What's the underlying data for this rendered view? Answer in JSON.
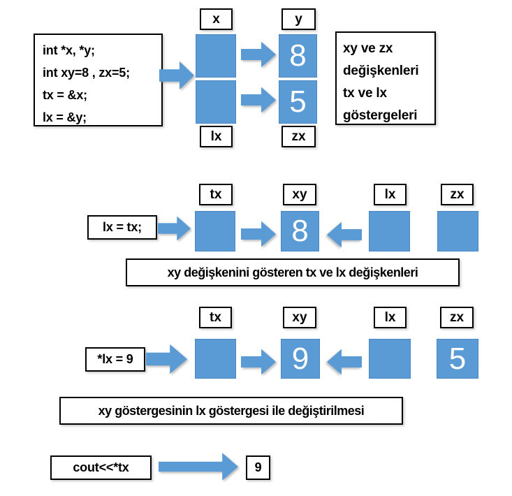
{
  "colors": {
    "accent_blue": "#5b9bd5",
    "cell_value_text": "#ffffff",
    "box_border": "#000000"
  },
  "section1": {
    "code_box_lines": [
      "int *x, *y;",
      "int xy=8 , zx=5;",
      "tx = &x;",
      "lx = &y;"
    ],
    "top_labels": [
      "x",
      "y"
    ],
    "bottom_labels": [
      "lx",
      "zx"
    ],
    "cell_values": {
      "x": "",
      "y": "8",
      "lx": "",
      "zx": "5"
    },
    "note_lines": [
      "xy ve zx",
      "değişkenleri",
      "tx ve lx",
      "göstergeleri"
    ]
  },
  "section2": {
    "statement": "lx = tx;",
    "labels": [
      "tx",
      "xy",
      "lx",
      "zx"
    ],
    "cell_values": {
      "tx": "",
      "xy": "8",
      "lx": "",
      "zx": ""
    },
    "caption": "xy değişkenini gösteren tx ve lx değişkenleri"
  },
  "section3": {
    "statement": "*lx = 9",
    "labels": [
      "tx",
      "xy",
      "lx",
      "zx"
    ],
    "cell_values": {
      "tx": "",
      "xy": "9",
      "lx": "",
      "zx": "5"
    },
    "caption": "xy göstergesinin lx göstergesi ile değiştirilmesi"
  },
  "section4": {
    "statement": "cout<<*tx",
    "output_value": "9"
  }
}
